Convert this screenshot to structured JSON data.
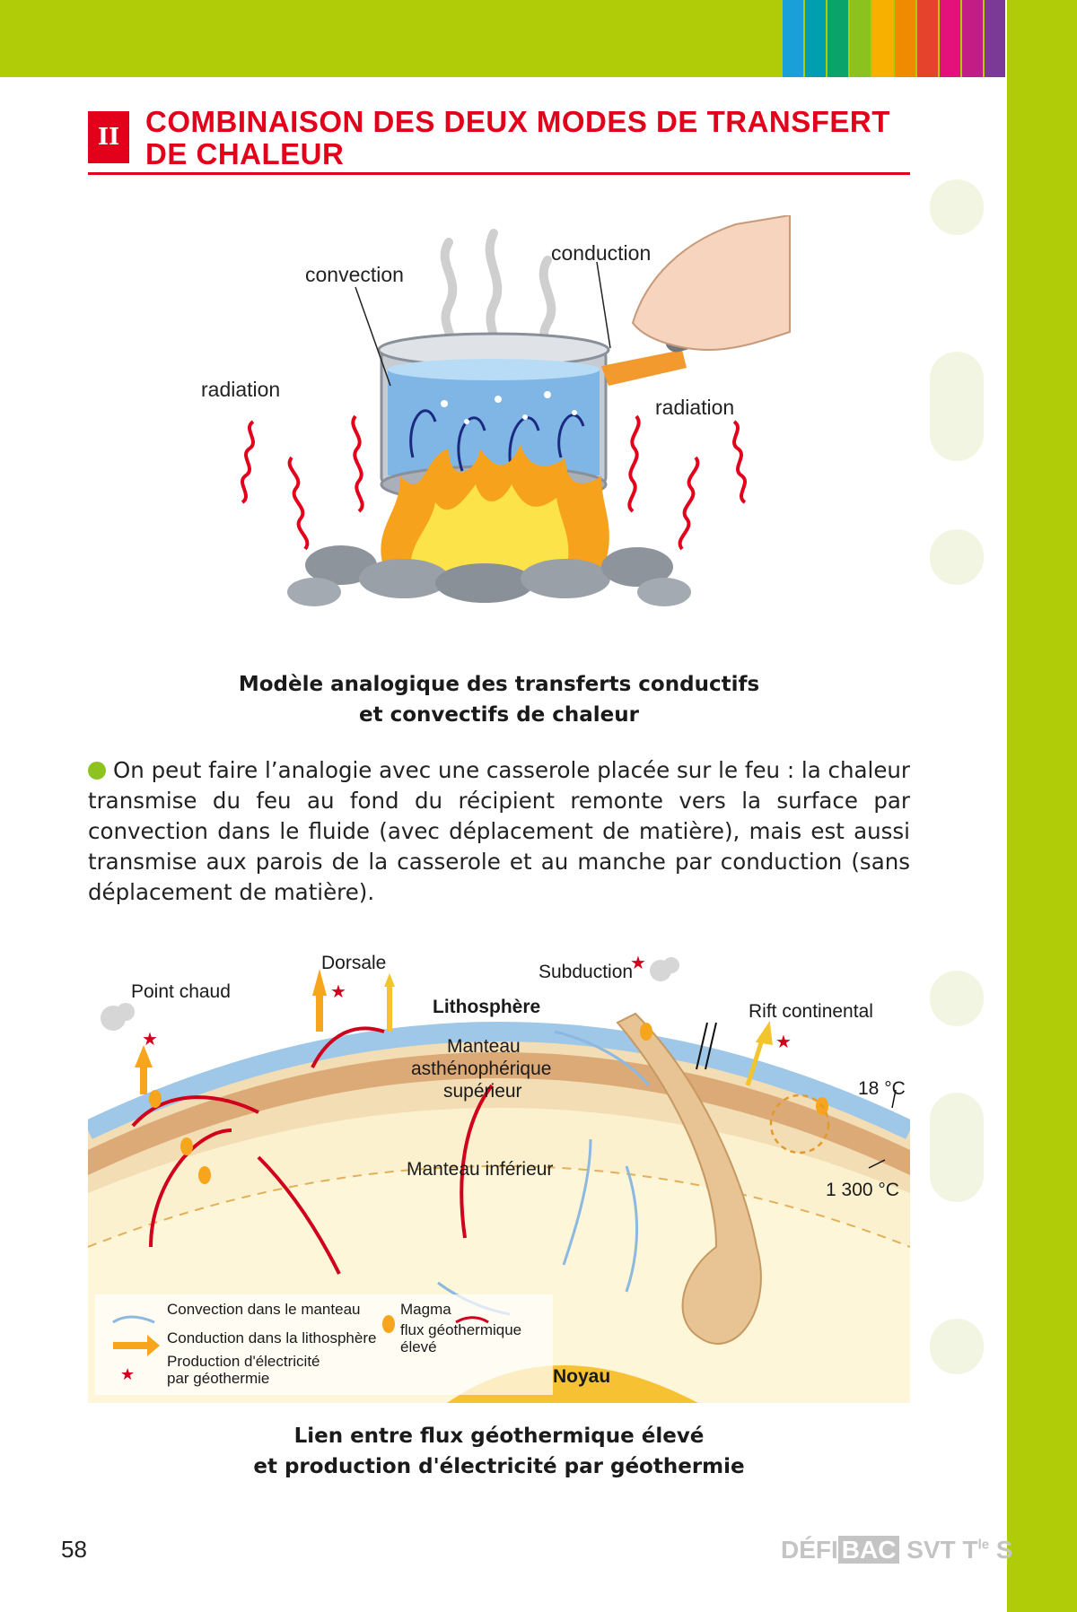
{
  "section": {
    "number": "II",
    "title": "COMBINAISON DES DEUX MODES DE TRANSFERT DE CHALEUR"
  },
  "figure1": {
    "labels": {
      "convection": "convection",
      "conduction": "conduction",
      "radiation_left": "radiation",
      "radiation_right": "radiation"
    },
    "caption_line1": "Modèle analogique des transferts conductifs",
    "caption_line2": "et convectifs de chaleur"
  },
  "paragraph": "On peut faire l’analogie avec une casserole placée sur le feu : la chaleur transmise du feu au fond du récipient remonte vers la surface par convection dans le fluide (avec déplacement de matière), mais est aussi transmise aux parois de la casserole et au manche par conduction (sans déplacement de matière).",
  "figure2": {
    "labels": {
      "point_chaud": "Point chaud",
      "dorsale": "Dorsale",
      "subduction": "Subduction",
      "lithosphere": "Lithosphère",
      "rift": "Rift continental",
      "manteau_sup_1": "Manteau",
      "manteau_sup_2": "asthénophérique",
      "manteau_sup_3": "supérieur",
      "manteau_inf": "Manteau inférieur",
      "temp_surface": "18 °C",
      "temp_base": "1 300 °C",
      "noyau": "Noyau"
    },
    "legend": {
      "convection": "Convection dans le manteau",
      "conduction": "Conduction dans la lithosphère",
      "production_1": "Production d'électricité",
      "production_2": "par géothermie",
      "magma": "Magma",
      "flux_1": "flux géothermique",
      "flux_2": "élevé"
    },
    "caption_line1": "Lien entre flux géothermique élevé",
    "caption_line2": "et production d'électricité par géothermie"
  },
  "footer": {
    "page_number": "58",
    "brand_a": "DÉFI",
    "brand_b": "BAC",
    "brand_c": "SVT T",
    "brand_sup": "le",
    "brand_d": " S"
  },
  "colors": {
    "accent_red": "#e2001a",
    "band_green": "#b0cc08",
    "tabs": [
      "#1aa0d8",
      "#009fb0",
      "#0aa36a",
      "#8cc21e",
      "#f7b000",
      "#f08a00",
      "#e6432c",
      "#e2127a",
      "#c31c84",
      "#7b3a96"
    ]
  }
}
